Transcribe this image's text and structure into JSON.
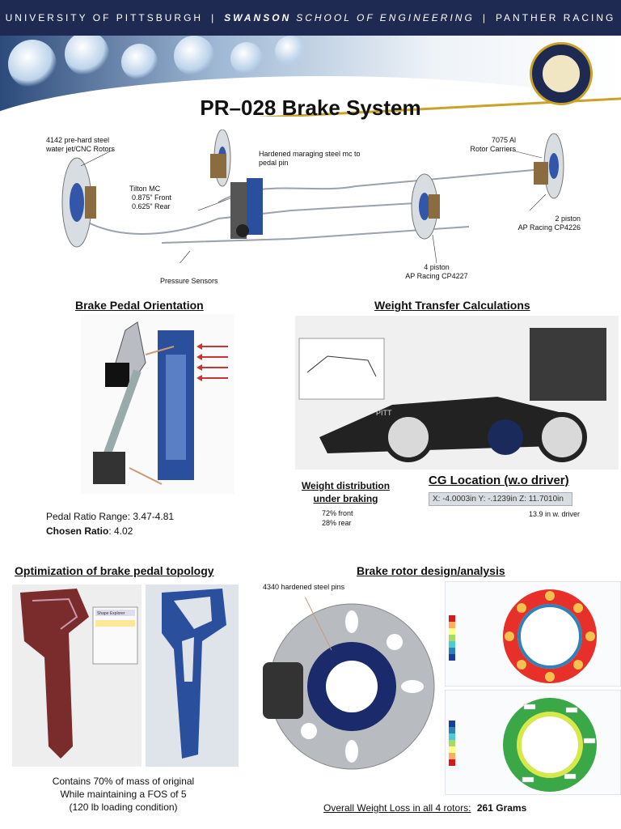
{
  "header": {
    "university": "UNIVERSITY OF PITTSBURGH",
    "sep1": "|",
    "school_bold": "SWANSON",
    "school_rest": "SCHOOL OF ENGINEERING",
    "sep2": "|",
    "team": "PANTHER RACING"
  },
  "title": "PR–028 Brake System",
  "labels": {
    "rotors_1": "4142 pre-hard steel",
    "rotors_2": "water jet/CNC Rotors",
    "mc_1": "Tilton MC",
    "mc_2": "0.875” Front",
    "mc_3": "0.625” Rear",
    "pin_1": "Hardened maraging steel mc to",
    "pin_2": "pedal pin",
    "carrier_1": "7075 Al",
    "carrier_2": "Rotor Carriers",
    "piston2_1": "2 piston",
    "piston2_2": "AP Racing CP4226",
    "piston4_1": "4 piston",
    "piston4_2": "AP Racing CP4227",
    "pressure": "Pressure Sensors"
  },
  "sections": {
    "pedal_orientation": "Brake Pedal Orientation",
    "weight_transfer": "Weight Transfer Calculations",
    "optimization": "Optimization of brake pedal topology",
    "rotor_design": "Brake rotor design/analysis"
  },
  "pedal": {
    "ratio_range": "Pedal Ratio Range: 3.47-4.81",
    "chosen_label": "Chosen Ratio",
    "chosen_value": ": 4.02"
  },
  "weight": {
    "dist_title_1": "Weight distribution",
    "dist_title_2": "under braking",
    "front": "72% front",
    "rear": "28% rear",
    "cg_title": "CG Location (w.o driver)",
    "cg_value": "X: -4.0003in Y: -.1239in Z: 11.7010in",
    "with_driver": "13.9 in w. driver",
    "car_brand": "PITT"
  },
  "optimization": {
    "line1": "Contains 70% of mass of original",
    "line2": "While maintaining a FOS of 5",
    "line3": "(120 lb loading condition)",
    "panel_title": "Shape Explorer"
  },
  "rotor": {
    "pins": "4340 hardened steel pins",
    "weight_loss_label": "Overall Weight Loss in all 4 rotors:",
    "weight_loss_value": "261 Grams"
  },
  "colors": {
    "navy": "#1e2a52",
    "gold": "#c9a227",
    "pedal_blue": "#2a4f9c",
    "topology_red": "#7a2c2c"
  }
}
